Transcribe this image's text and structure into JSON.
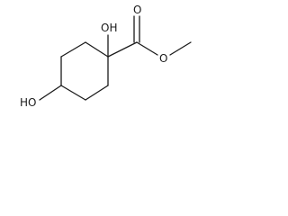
{
  "molecule": {
    "atoms": {
      "oh_top": "OH",
      "oh_left": "HO",
      "o_carbonyl": "O",
      "o_ester": "O"
    }
  }
}
